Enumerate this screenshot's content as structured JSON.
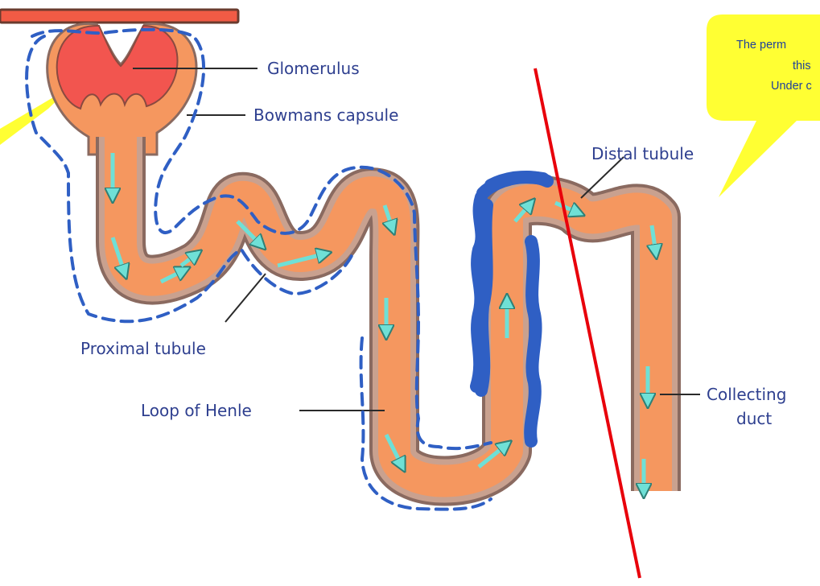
{
  "diagram": {
    "labels": {
      "glomerulus": "Glomerulus",
      "bowmans_capsule": "Bowmans capsule",
      "distal_tubule": "Distal tubule",
      "proximal_tubule": "Proximal tubule",
      "loop_of_henle": "Loop of Henle",
      "collecting_duct_line1": "Collecting",
      "collecting_duct_line2": "duct"
    },
    "callout_right": {
      "line1": "The perm",
      "line2": "this",
      "line3": "Under c"
    }
  },
  "colors": {
    "tubule_fill": "#f5975f",
    "tubule_wall": "#8a6a60",
    "tubule_wall_light": "#c9a18f",
    "glomerulus": "#f2554f",
    "arrow": "#6fe0d6",
    "label": "#2e3f8f",
    "blue_annotation": "#2f5fc4",
    "red_line": "#e8000b",
    "callout": "#ffff33"
  }
}
